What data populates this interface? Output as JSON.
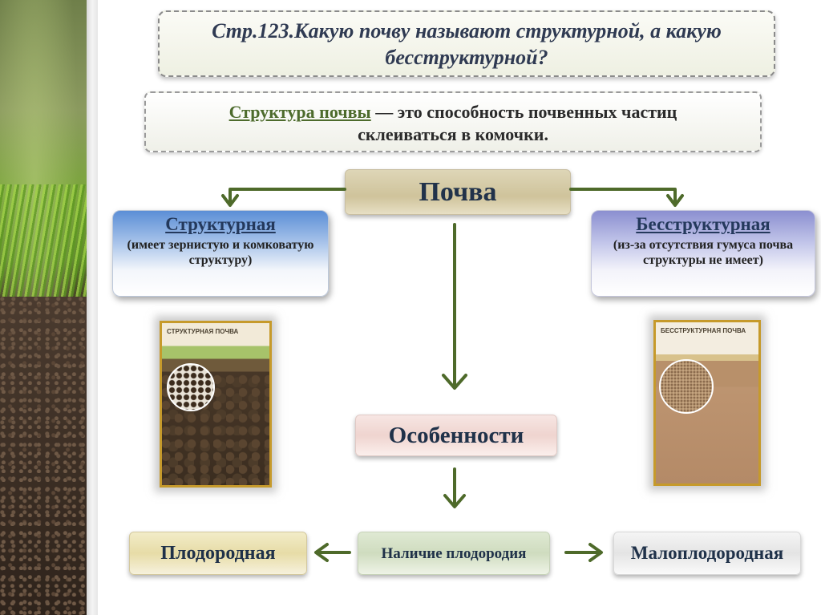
{
  "title": "Стр.123.Какую почву называют структурной, а какую бесструктурной?",
  "definition": {
    "term": "Структура почвы",
    "rest": " — это способность почвенных частиц склеиваться в комочки."
  },
  "root": "Почва",
  "structural": {
    "title": "Структурная",
    "note": "(имеет зернистую и комковатую структуру)",
    "image_label": "СТРУКТУРНАЯ ПОЧВА"
  },
  "nonstructural": {
    "title": "Бесструктурная",
    "note": "(из-за отсутствия гумуса почва структуры не имеет)",
    "image_label": "БЕССТРУКТУРНАЯ ПОЧВА"
  },
  "features": "Особенности",
  "bottom": {
    "left": "Плодородная",
    "center": "Наличие плодородия",
    "right": "Малоплодородная"
  },
  "colors": {
    "arrow": "#4e6a2a",
    "title_text": "#2f3a52"
  }
}
